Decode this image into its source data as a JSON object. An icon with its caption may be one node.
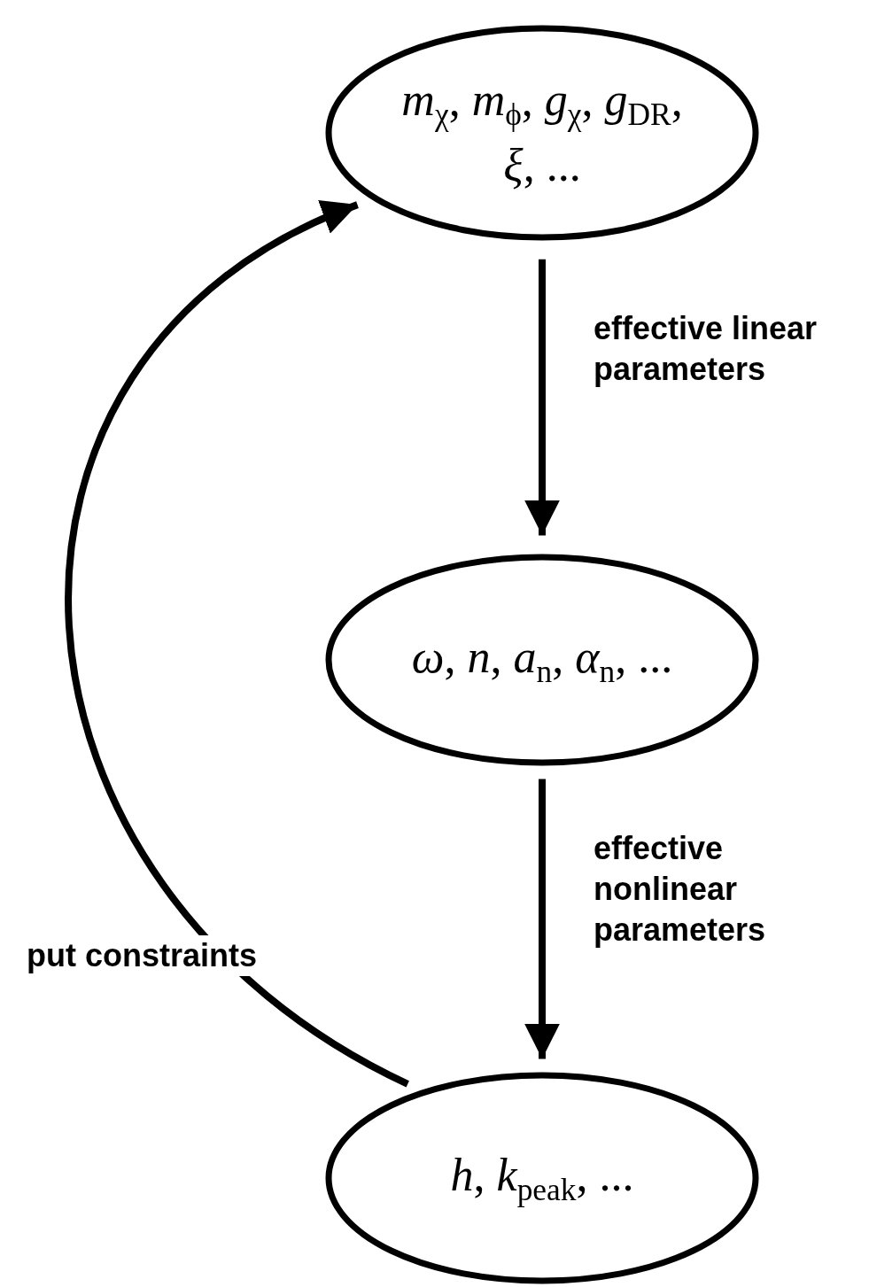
{
  "diagram": {
    "nodes": [
      {
        "text": [
          "*m*$_{χ}$, *m*$_{ϕ}$, *g*$_{χ}$, *g*$_{DR}$, *ξ*, ..."
        ]
      },
      {
        "text": [
          "*ω*, *n*, *a*$_{n}$, *α*$_{n}$, ..."
        ]
      },
      {
        "text": [
          "*h*, *k*$_{peak}$, ..."
        ]
      }
    ],
    "edges": [
      {
        "from": 0,
        "to": 1,
        "arrow": "to",
        "label": "effective linear parameters"
      },
      {
        "from": 1,
        "to": 2,
        "arrow": "to",
        "label": "effective nonlinear parameters"
      },
      {
        "from": 2,
        "to": 0,
        "arrow": "to",
        "label": "put constraints"
      }
    ]
  }
}
